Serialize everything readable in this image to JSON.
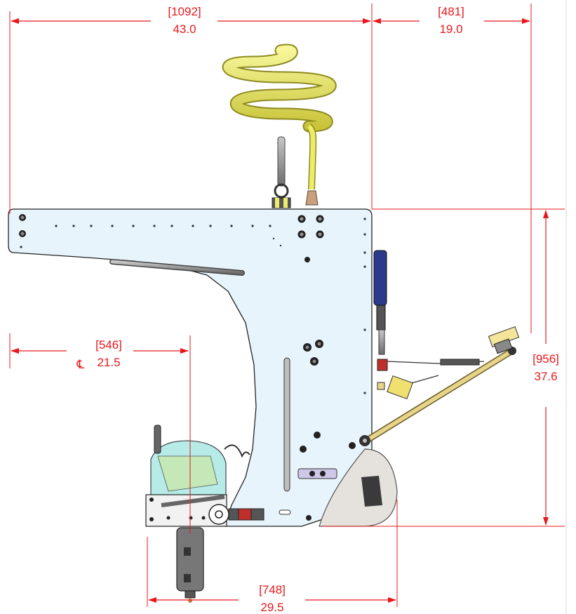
{
  "drawing": {
    "dimensions": {
      "top_left": {
        "mm": "[1092]",
        "in": "43.0"
      },
      "top_right": {
        "mm": "[481]",
        "in": "19.0"
      },
      "right_height": {
        "mm": "[956]",
        "in": "37.6"
      },
      "centerline": {
        "mm": "[546]",
        "in": "21.5",
        "symbol": "℄"
      },
      "bottom": {
        "mm": "[748]",
        "in": "29.5"
      }
    },
    "colors": {
      "dimension": "#e8191c",
      "body": "#e8f4fb",
      "coil": "#ecec6a",
      "guard": "#a9e7e3",
      "arm": "#e6d489",
      "cylinder": "#2b3a8a",
      "wheel": "#e5e2dd"
    }
  }
}
